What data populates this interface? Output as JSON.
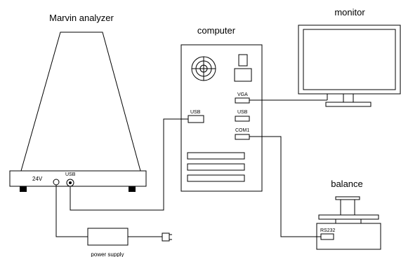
{
  "labels": {
    "analyzer": "Marvin analyzer",
    "computer": "computer",
    "monitor": "monitor",
    "balance": "balance",
    "power_supply": "power supply"
  },
  "ports": {
    "analyzer_24v": "24V",
    "analyzer_usb": "USB",
    "pc_usb_left": "USB",
    "pc_vga": "VGA",
    "pc_usb_right": "USB",
    "pc_com1": "COM1",
    "balance_rs232": "RS232"
  }
}
